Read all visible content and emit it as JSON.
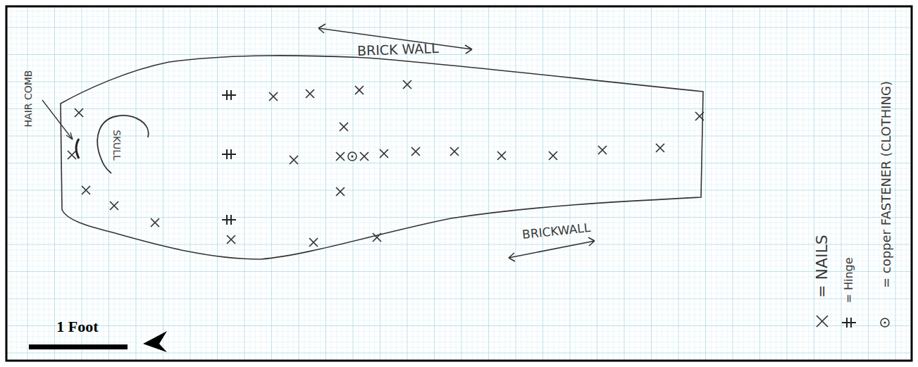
{
  "diagram": {
    "labels": [
      "BRICK WALL",
      "BRICKWALL",
      "HAIR COMB",
      "SKULL",
      "1 Foot"
    ],
    "legend": [
      {
        "text": "= NAILS"
      },
      {
        "text": "= Hinge"
      },
      {
        "text": "= copper FASTENER (CLOTHING)"
      }
    ]
  }
}
